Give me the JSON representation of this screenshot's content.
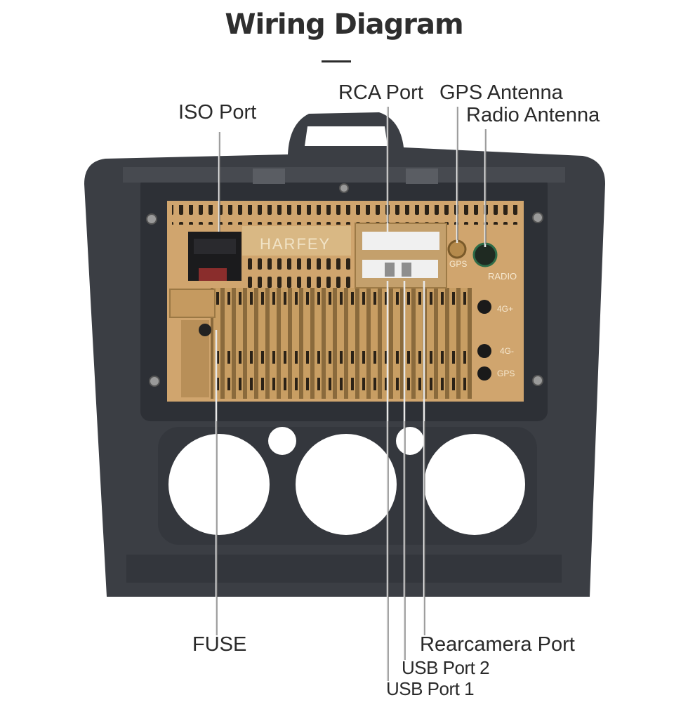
{
  "title": "Wiring Diagram",
  "brand_logo": "HARFEY",
  "unit_markings": {
    "gps": "GPS",
    "radio": "RADIO",
    "fourg_plus": "4G+",
    "fourg_minus": "4G-",
    "gps_lower": "GPS"
  },
  "labels": {
    "iso_port": "ISO Port",
    "rca_port": "RCA Port",
    "gps_antenna": "GPS Antenna",
    "radio_antenna": "Radio Antenna",
    "fuse": "FUSE",
    "rearcamera_port": "Rearcamera Port",
    "usb_port_2": "USB Port 2",
    "usb_port_1": "USB Port 1"
  },
  "colors": {
    "frame": "#3b3e44",
    "chassis": "#d0a56e",
    "leader_line": "#e8e8e8",
    "text": "#2a2a2a"
  },
  "icons": [
    "iso-connector-icon",
    "rca-connector-icon",
    "gps-jack-icon",
    "radio-jack-icon",
    "4g-jack-icon"
  ]
}
